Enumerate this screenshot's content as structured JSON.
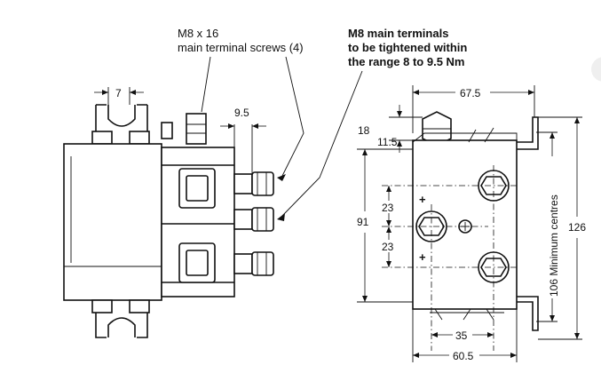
{
  "annotations": {
    "screw_line1": "M8 x 16",
    "screw_line2": "main terminal screws (4)",
    "torque_line1": "M8 main terminals",
    "torque_line2": "to be tightened within",
    "torque_line3": "the range 8 to 9.5 Nm"
  },
  "dimensions": {
    "side_width": "7",
    "side_offset": "9.5",
    "top_width": "67.5",
    "top_offset_18": "18",
    "top_offset_11_5": "11.5",
    "height_91": "91",
    "spacing_23_upper": "23",
    "spacing_23_lower": "23",
    "bottom_35": "35",
    "bottom_60_5": "60.5",
    "height_126": "126",
    "min_centres": "106 Minimum centres"
  },
  "symbols": {
    "plus_upper": "+",
    "plus_lower": "+"
  }
}
